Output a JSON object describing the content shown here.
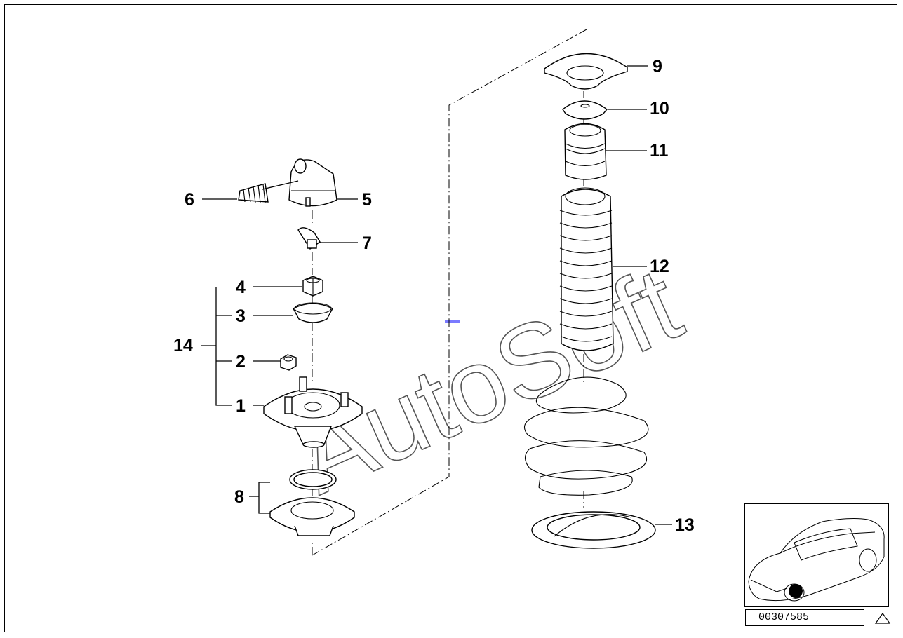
{
  "callouts": {
    "p1": "1",
    "p2": "2",
    "p3": "3",
    "p4": "4",
    "p5": "5",
    "p6": "6",
    "p7": "7",
    "p8": "8",
    "p9": "9",
    "p10": "10",
    "p11": "11",
    "p12": "12",
    "p13": "13",
    "p14": "14"
  },
  "watermark": "AutoSoft",
  "reference_number": "00307585",
  "icons": {
    "warning": "warning-triangle-icon",
    "vehicle": "car-location-icon"
  },
  "colors": {
    "line": "#000000",
    "background": "#ffffff",
    "watermark": "#555555",
    "marker": "#000000"
  }
}
